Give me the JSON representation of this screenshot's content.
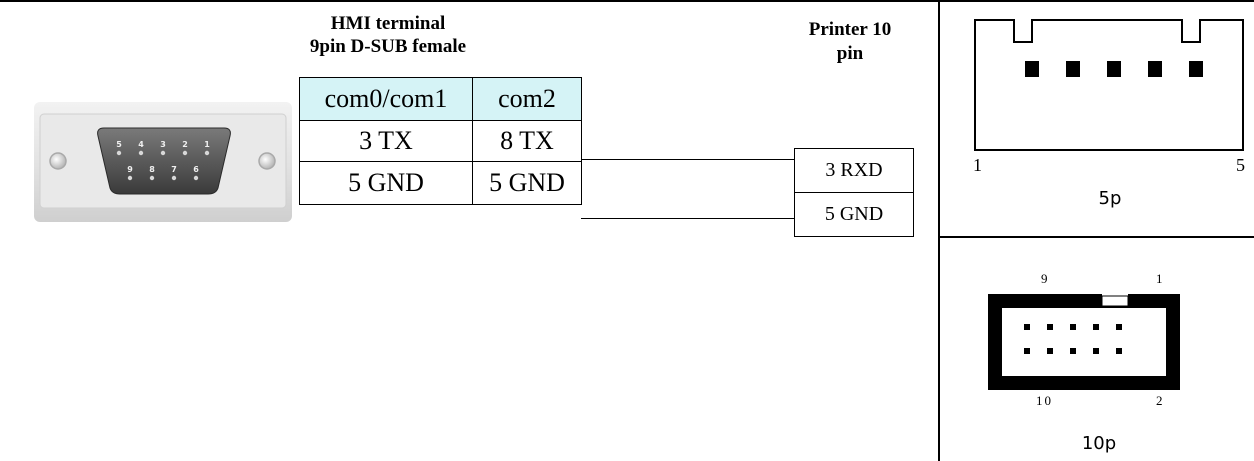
{
  "hmi": {
    "title_line1": "HMI terminal",
    "title_line2": "9pin D-SUB female",
    "columns": [
      "com0/com1",
      "com2"
    ],
    "rows": [
      [
        "3 TX",
        "8 TX"
      ],
      [
        "5 GND",
        "5 GND"
      ]
    ],
    "connector": {
      "top_pins": [
        "5",
        "4",
        "3",
        "2",
        "1"
      ],
      "bottom_pins": [
        "9",
        "8",
        "7",
        "6"
      ]
    }
  },
  "printer": {
    "title_line1": "Printer 10",
    "title_line2": "pin",
    "rows": [
      "3 RXD",
      "5 GND"
    ]
  },
  "connector_5p": {
    "label": "5p",
    "left_pin": "1",
    "right_pin": "5"
  },
  "connector_10p": {
    "label": "10p",
    "top_left": "9",
    "top_right": "1",
    "bottom_left": "10",
    "bottom_right": "2"
  },
  "colors": {
    "header_fill": "#d5f3f6",
    "line": "#000000"
  }
}
